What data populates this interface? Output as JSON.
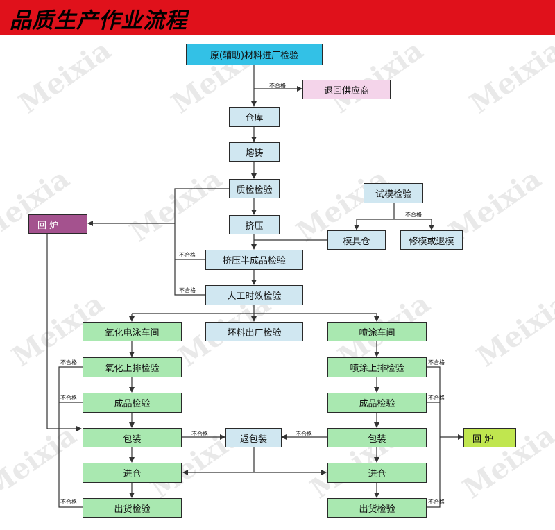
{
  "title": "品质生产作业流程",
  "watermark": "Meixia",
  "colors": {
    "header": "#e0111b",
    "line": "#333333"
  },
  "nodes": {
    "material_check": "原(辅助)材料进厂检验",
    "return_supplier": "退回供应商",
    "warehouse": "仓库",
    "casting": "熔铸",
    "quality_check": "质检检验",
    "remelt_left": "回 炉",
    "trial_mold_check": "试模检验",
    "extrusion": "挤压",
    "mold_warehouse": "模具仓",
    "repair_or_return_mold": "修模或退模",
    "semi_product_check": "挤压半成品检验",
    "artificial_aging_check": "人工时效检验",
    "anodizing_workshop": "氧化电泳车间",
    "blank_outgoing_check": "坯料出厂检验",
    "spraying_workshop": "喷涂车间",
    "anodize_rack_check": "氧化上排检验",
    "spray_rack_check": "喷涂上排检验",
    "finished_check_left": "成品检验",
    "finished_check_right": "成品检验",
    "packing_left": "包装",
    "repack": "返包装",
    "packing_right": "包装",
    "remelt_right": "回 炉",
    "stock_in_left": "进仓",
    "stock_in_right": "进仓",
    "shipment_check_left": "出货检验",
    "shipment_check_right": "出货检验"
  },
  "edge_label": "不合格"
}
